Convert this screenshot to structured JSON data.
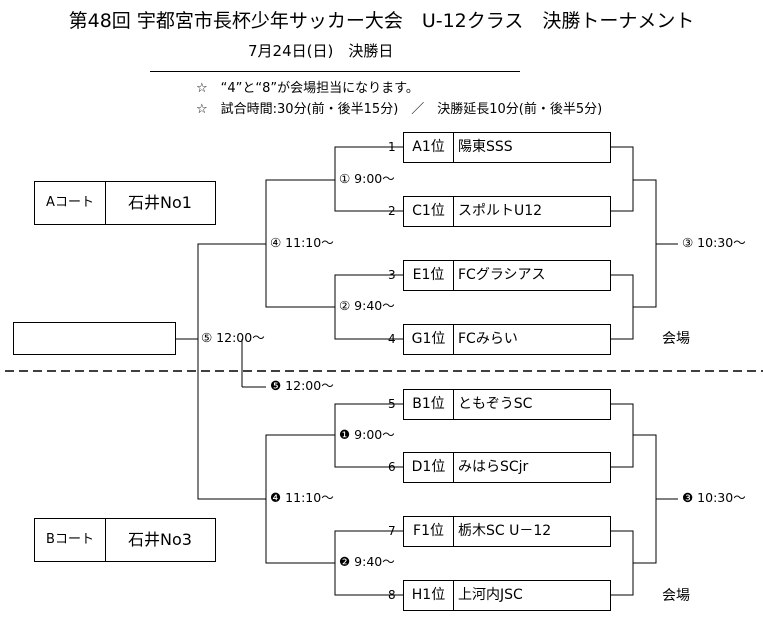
{
  "title": "第48回 宇都宮市長杯少年サッカー大会　U-12クラス　決勝トーナメント",
  "subtitle": "7月24日(日)　決勝日",
  "notes": [
    "☆　“4”と“8”が会場担当になります。",
    "☆　試合時間:30分(前・後半15分)　／　決勝延長10分(前・後半5分)"
  ],
  "courts": {
    "a": {
      "label": "Aコート",
      "venue": "石井No1"
    },
    "b": {
      "label": "Bコート",
      "venue": "石井No3"
    }
  },
  "slots": [
    {
      "num": "1",
      "seed": "A1位",
      "team": "陽東SSS"
    },
    {
      "num": "2",
      "seed": "C1位",
      "team": "スポルトU12"
    },
    {
      "num": "3",
      "seed": "E1位",
      "team": "FCグラシアス"
    },
    {
      "num": "4",
      "seed": "G1位",
      "team": "FCみらい"
    },
    {
      "num": "5",
      "seed": "B1位",
      "team": "ともぞうSC"
    },
    {
      "num": "6",
      "seed": "D1位",
      "team": "みはらSCjr"
    },
    {
      "num": "7",
      "seed": "F1位",
      "team": "栃木SC U－12"
    },
    {
      "num": "8",
      "seed": "H1位",
      "team": "上河内JSC"
    }
  ],
  "matches": {
    "a1": "① 9:00～",
    "a2": "② 9:40～",
    "a3": "③ 10:30～",
    "a4": "④ 11:10～",
    "a5": "⑤ 12:00～",
    "b1": "❶ 9:00～",
    "b2": "❷ 9:40～",
    "b3": "❸ 10:30～",
    "b4": "❹ 11:10～",
    "b5": "❺ 12:00～"
  },
  "venue_labels": [
    "会場",
    "会場"
  ],
  "winner": ""
}
